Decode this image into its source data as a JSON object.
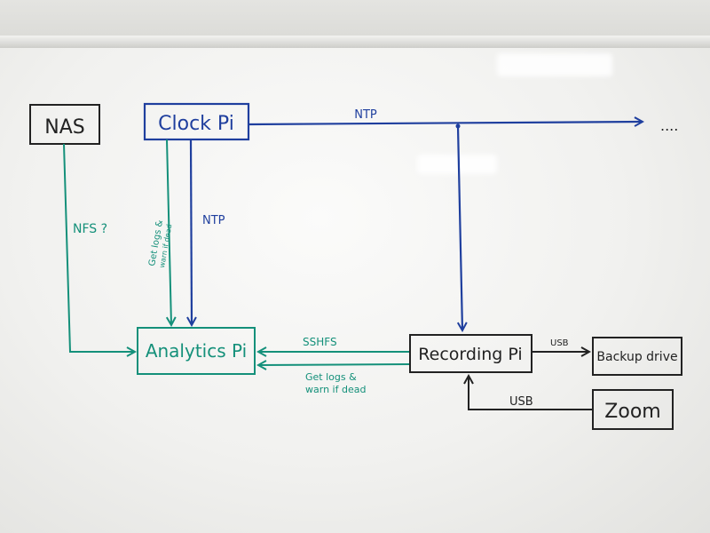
{
  "nodes": {
    "nas": "NAS",
    "clock_pi": "Clock Pi",
    "analytics_pi": "Analytics Pi",
    "recording_pi": "Recording Pi",
    "backup_drive": "Backup drive",
    "zoom": "Zoom"
  },
  "edges": {
    "clock_ntp_right": "NTP",
    "clock_to_analytics_ntp": "NTP",
    "analytics_to_clock_logs_line1": "Get logs &",
    "analytics_to_clock_logs_line2": "warn if dead",
    "nas_to_analytics": "NFS ?",
    "recording_to_analytics_sshfs": "SSHFS",
    "recording_to_analytics_logs_line1": "Get logs &",
    "recording_to_analytics_logs_line2": "warn if dead",
    "recording_to_backup": "USB",
    "zoom_to_recording": "USB",
    "continuation": "...."
  },
  "colors": {
    "black_marker": "#222222",
    "blue_marker": "#1f3f9e",
    "green_marker": "#14907a"
  }
}
